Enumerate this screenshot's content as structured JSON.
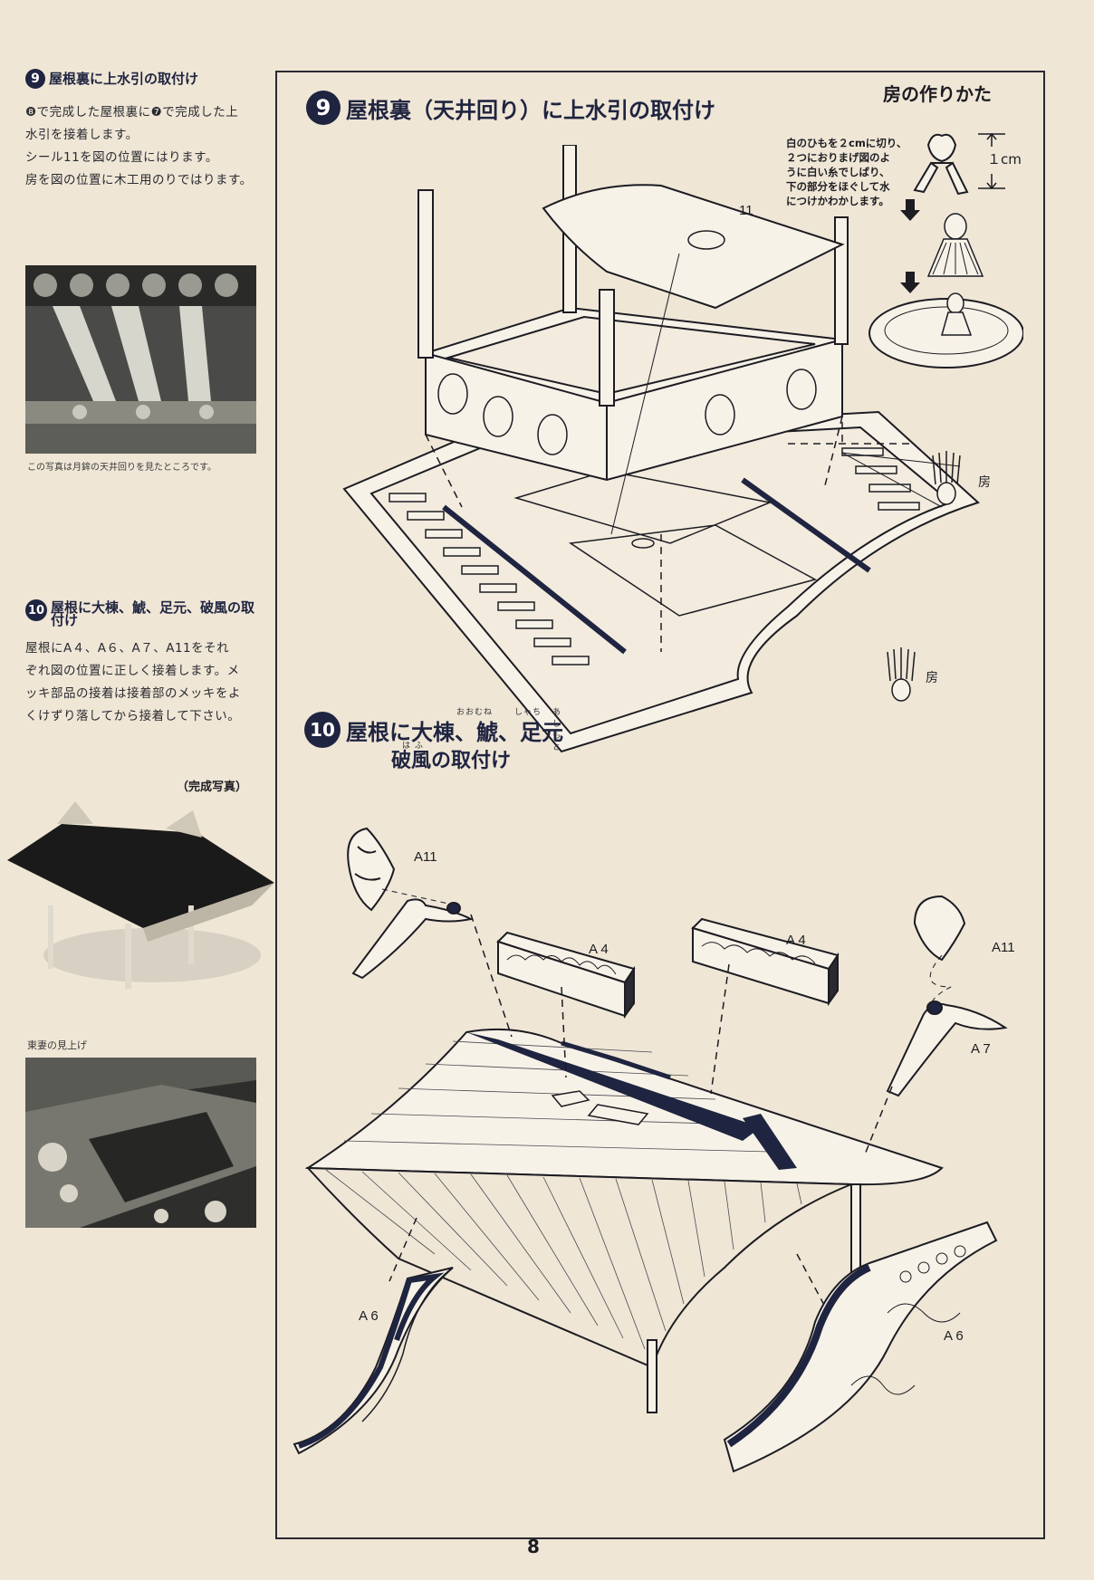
{
  "left": {
    "step9": {
      "number": "9",
      "heading": "屋根裏に上水引の取付け",
      "lines": [
        "❽で完成した屋根裏に❼で完成した上",
        "水引を接着します。",
        "シール11を図の位置にはります。",
        "房を図の位置に木工用のりではります。"
      ],
      "photo_caption": "この写真は月鉾の天井回りを見たところです。"
    },
    "step10": {
      "number": "10",
      "heading_line1": "屋根に大棟、鯱、足元、破風の取",
      "heading_line2": "付け",
      "lines": [
        "屋根にA４、A６、A７、A11をそれ",
        "ぞれ図の位置に正しく接着します。メ",
        "ッキ部品の接着は接着部のメッキをよ",
        "くけずり落してから接着して下さい。"
      ],
      "photo_label": "（完成写真）",
      "photo2_caption": "東妻の見上げ"
    }
  },
  "main": {
    "step9": {
      "number": "9",
      "title": "屋根裏（天井回り）に上水引の取付け",
      "tassel_title": "房の作りかた",
      "tassel_note": [
        "白のひもを２cmに切り、",
        "２つにおりまげ図のよ",
        "うに白い糸でしばり、",
        "下の部分をほぐして水",
        "につけかわかします。"
      ],
      "dimension": "１cm",
      "seal_label": "11",
      "fusa_label_1": "房",
      "fusa_label_2": "房"
    },
    "step10": {
      "number": "10",
      "title_line1_a": "屋根に",
      "title_line1_b": "大棟",
      "title_line1_c": "、",
      "title_line1_d": "鯱",
      "title_line1_e": "、",
      "title_line1_f": "足元",
      "title_line2_a": "破風",
      "title_line2_b": "の取付け",
      "ruby_ohmune": "おおむね",
      "ruby_shachi": "しゃち",
      "ruby_ashimoto": "あしもと",
      "ruby_hafu": "は ふ",
      "parts": {
        "a11_left": "A11",
        "a11_right": "A11",
        "a4_left": "A 4",
        "a4_right": "A 4",
        "a7": "A 7",
        "a6_left": "A 6",
        "a6_right": "A 6"
      }
    }
  },
  "page_number": "8",
  "colors": {
    "ink": "#1c1c22",
    "navy": "#1f2440",
    "paper": "#efe6d6"
  }
}
